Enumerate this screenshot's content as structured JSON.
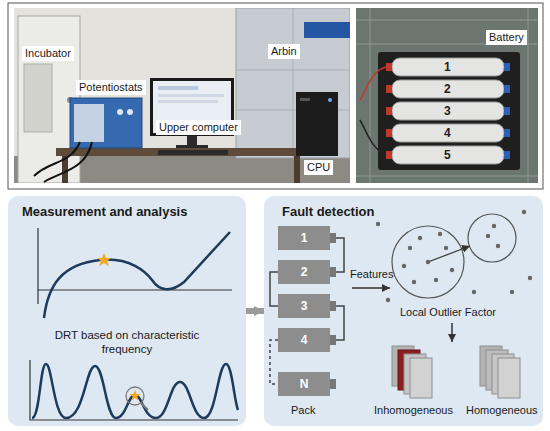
{
  "diagram": {
    "nodes": [
      {
        "text": [
          "Measurement and analysis",
          "DRT based on characteristic frequency"
        ]
      },
      {
        "text": [
          "Fault detection"
        ]
      },
      {
        "text": [
          "1"
        ],
        "in": 1
      },
      {
        "text": [
          "2"
        ],
        "in": 1
      },
      {
        "text": [
          "3"
        ],
        "in": 1
      },
      {
        "text": [
          "4"
        ],
        "in": 1
      },
      {
        "text": [
          "N"
        ],
        "in": 1
      }
    ],
    "edges": [
      {
        "from": 0,
        "to": 1,
        "arrow": "to"
      },
      {
        "from": 2,
        "to": 3,
        "arrow": "none"
      },
      {
        "from": 3,
        "to": 4,
        "arrow": "none"
      },
      {
        "from": 4,
        "to": 5,
        "arrow": "none"
      },
      {
        "from": 5,
        "to": 6,
        "arrow": "none"
      }
    ],
    "labels": [
      "Incubator",
      "Arbin",
      "Potentiostats",
      "Upper computer",
      "CPU",
      "Battery",
      "1",
      "2",
      "3",
      "4",
      "5",
      "Features",
      "Local Outlier Factor",
      "Pack",
      "Inhomogeneous",
      "Homogeneous"
    ]
  }
}
